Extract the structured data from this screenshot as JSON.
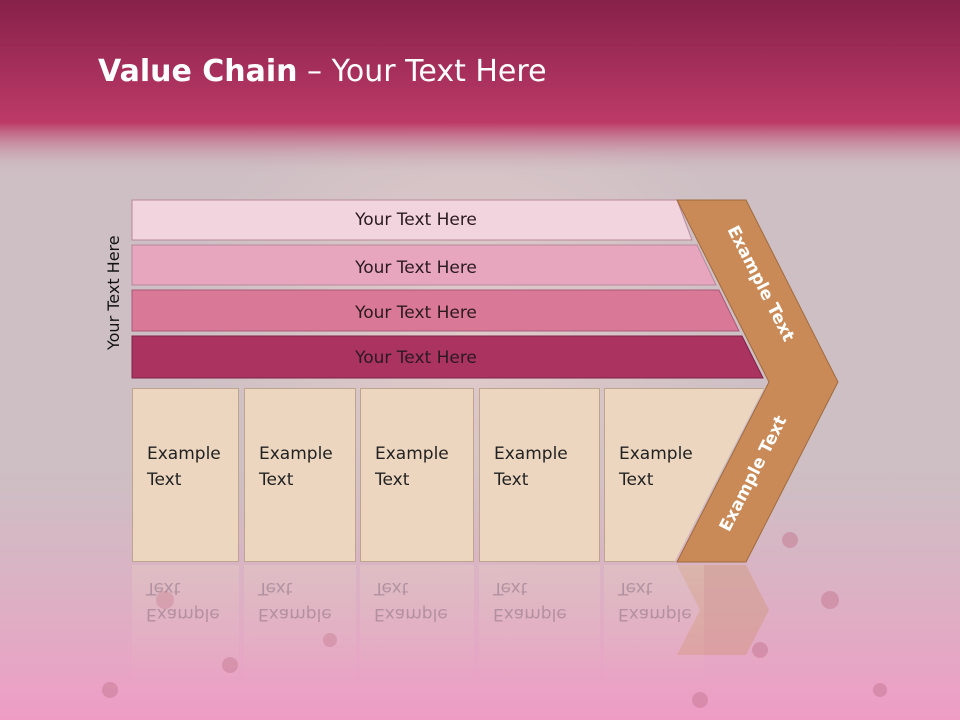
{
  "slide": {
    "title_bold": "Value Chain",
    "title_rest": " – Your Text Here",
    "side_label": "Your Text Here"
  },
  "bands": [
    {
      "label": "Your Text Here",
      "color": "#f2d4df"
    },
    {
      "label": "Your Text Here",
      "color": "#e7a6bd"
    },
    {
      "label": "Your Text Here",
      "color": "#d97897"
    },
    {
      "label": "Your Text Here",
      "color": "#ab3360"
    }
  ],
  "boxes": [
    {
      "label": "Example Text"
    },
    {
      "label": "Example Text"
    },
    {
      "label": "Example Text"
    },
    {
      "label": "Example Text"
    },
    {
      "label": "Example Text"
    }
  ],
  "chevron": {
    "upper_label": "Example Text",
    "lower_label": "Example Text",
    "color": "#c98a57"
  },
  "colors": {
    "header": "#b0305f",
    "box_fill": "#ecd6c0"
  }
}
